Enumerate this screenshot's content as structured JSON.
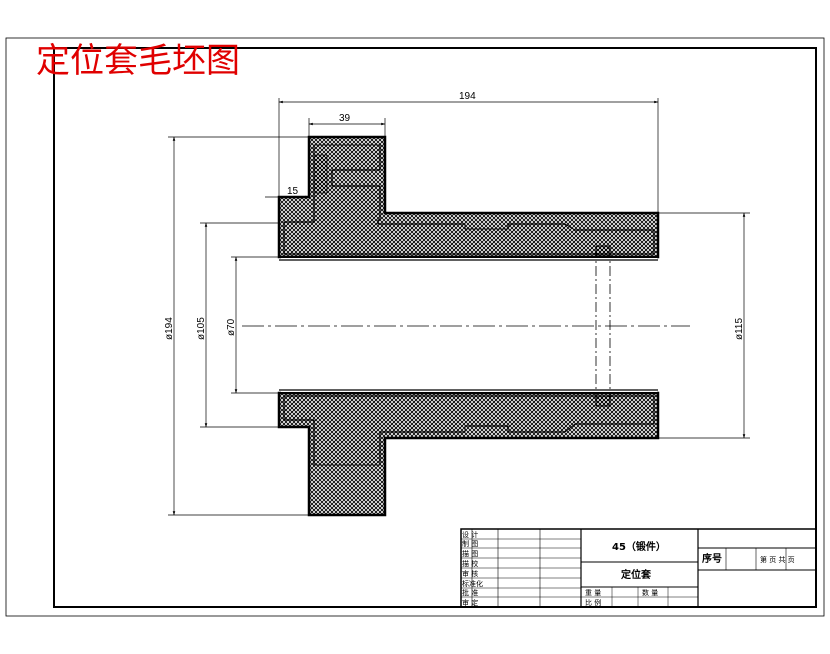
{
  "drawing": {
    "title": "定位套毛坯图",
    "dims": {
      "length_total": "194",
      "flange_width": "39",
      "step": "15",
      "dia_flange": "ø194",
      "dia_105": "ø105",
      "dia_bore": "ø70",
      "dia_115": "ø115"
    }
  },
  "title_block": {
    "roles": [
      "设 计",
      "制 图",
      "描 图",
      "描 校",
      "审 核",
      "标准化",
      "批 准",
      "审 定"
    ],
    "material": "45（锻件）",
    "part_name": "定位套",
    "seq_label": "序号",
    "sheet_label": "第 页 共 页",
    "weight_label": "重 量",
    "qty_label": "数 量",
    "scale_label": "比 例"
  }
}
